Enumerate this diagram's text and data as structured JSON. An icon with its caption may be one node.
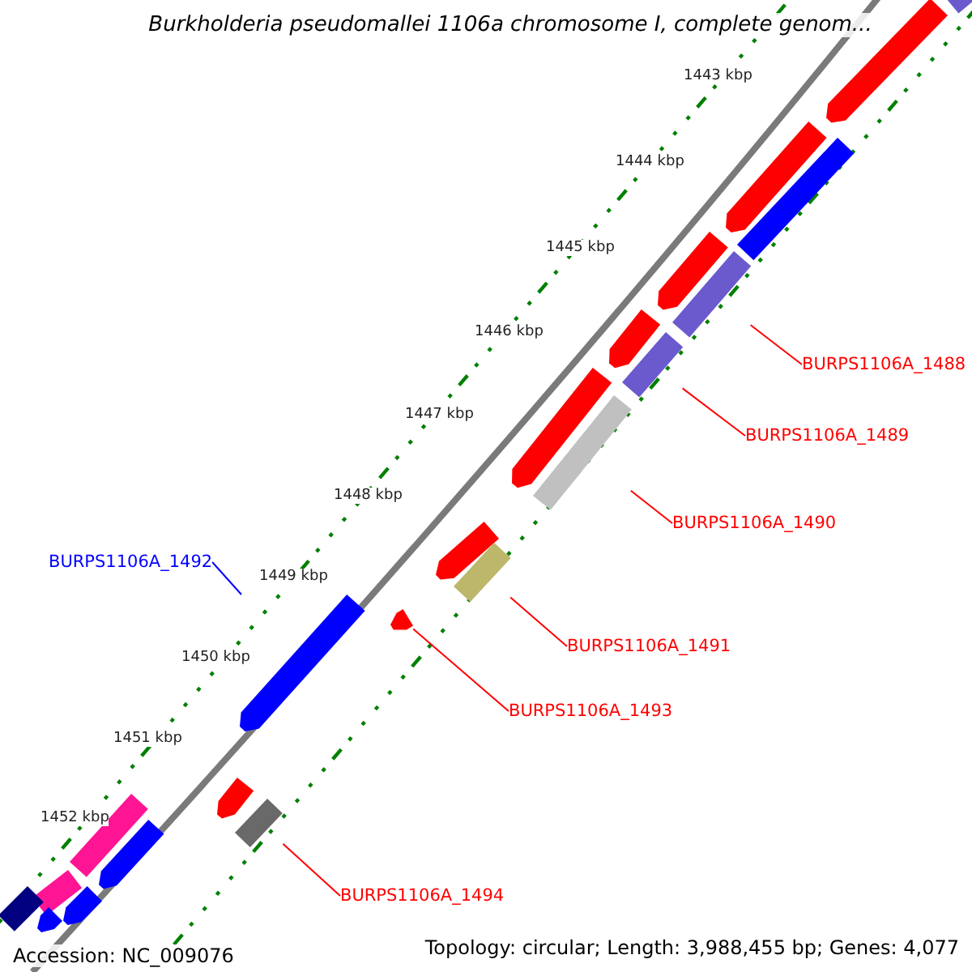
{
  "diagram": {
    "title": "Burkholderia pseudomallei 1106a chromosome I, complete genom...",
    "nodes": [
      {
        "text": [
          "BURPS1106A_1488"
        ]
      },
      {
        "text": [
          "BURPS1106A_1489"
        ]
      },
      {
        "text": [
          "BURPS1106A_1490"
        ]
      },
      {
        "text": [
          "BURPS1106A_1492"
        ]
      },
      {
        "text": [
          "BURPS1106A_1491"
        ]
      },
      {
        "text": [
          "BURPS1106A_1493"
        ]
      },
      {
        "text": [
          "BURPS1106A_1494"
        ]
      },
      {
        "text": [],
        "shape": "bar"
      },
      {
        "text": [],
        "shape": "arrow"
      },
      {
        "text": [],
        "shape": "arrow"
      },
      {
        "text": [],
        "shape": "bar"
      },
      {
        "text": [],
        "shape": "arrow"
      },
      {
        "text": [],
        "shape": "bar"
      },
      {
        "text": [],
        "shape": "arrow"
      },
      {
        "text": [],
        "shape": "bar"
      },
      {
        "text": [],
        "shape": "arrow"
      },
      {
        "text": [],
        "shape": "bar"
      },
      {
        "text": [],
        "shape": "arrow"
      },
      {
        "text": [],
        "shape": "bar"
      },
      {
        "text": [],
        "shape": "arrow"
      },
      {
        "text": [],
        "shape": "arrow"
      },
      {
        "text": [],
        "shape": "arrow"
      },
      {
        "text": [],
        "shape": "bar"
      },
      {
        "text": [],
        "shape": "bar"
      },
      {
        "text": [],
        "shape": "arrow"
      },
      {
        "text": [],
        "shape": "bar"
      },
      {
        "text": [],
        "shape": "arrow"
      },
      {
        "text": [],
        "shape": "bar"
      },
      {
        "text": [],
        "shape": "arrow"
      }
    ],
    "edges": [
      {
        "from": 0,
        "to": 12,
        "arrow": "none"
      },
      {
        "from": 1,
        "to": 14,
        "arrow": "none"
      },
      {
        "from": 2,
        "to": 16,
        "arrow": "none"
      },
      {
        "from": 3,
        "to": 19,
        "arrow": "none",
        "color": "#0000ff"
      },
      {
        "from": 4,
        "to": 18,
        "arrow": "none"
      },
      {
        "from": 5,
        "to": 20,
        "arrow": "none"
      },
      {
        "from": 6,
        "to": 23,
        "arrow": "none"
      }
    ],
    "labels": [
      "1443 kbp",
      "1444 kbp",
      "1445 kbp",
      "1446 kbp",
      "1447 kbp",
      "1448 kbp",
      "1449 kbp",
      "1450 kbp",
      "1451 kbp",
      "1452 kbp",
      "Accession: NC_009076",
      "Topology: circular; Length: 3,988,455 bp; Genes: 4,077"
    ]
  }
}
